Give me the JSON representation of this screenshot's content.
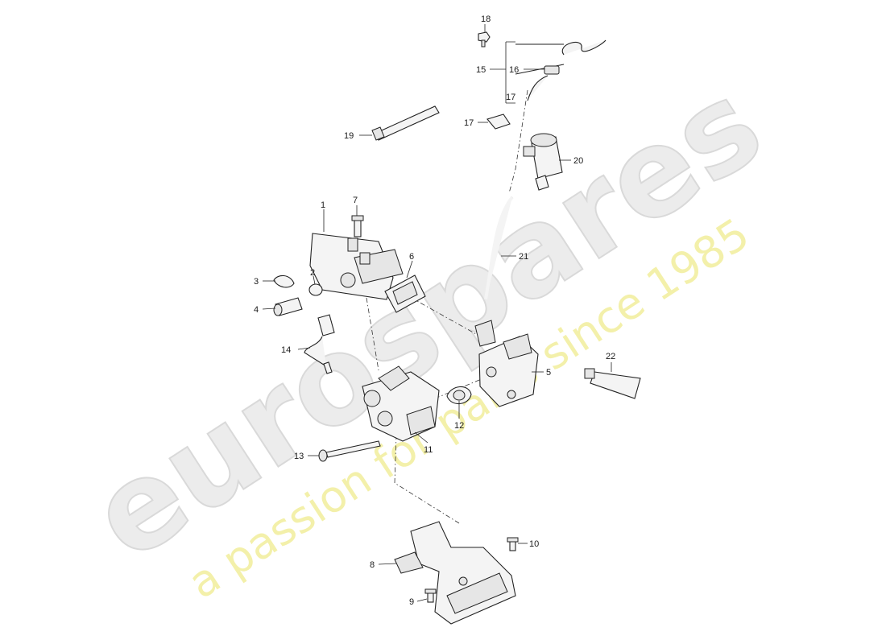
{
  "watermark": {
    "logo": "eurospares",
    "tagline": "a passion for parts since 1985"
  },
  "callouts": {
    "c1": "1",
    "c2": "2",
    "c3": "3",
    "c4": "4",
    "c5": "5",
    "c6": "6",
    "c7": "7",
    "c8": "8",
    "c9": "9",
    "c10": "10",
    "c11": "11",
    "c12": "12",
    "c13": "13",
    "c14": "14",
    "c15": "15",
    "c16": "16",
    "c17a": "17",
    "c17b": "17",
    "c18": "18",
    "c19": "19",
    "c20": "20",
    "c21": "21",
    "c22": "22"
  }
}
